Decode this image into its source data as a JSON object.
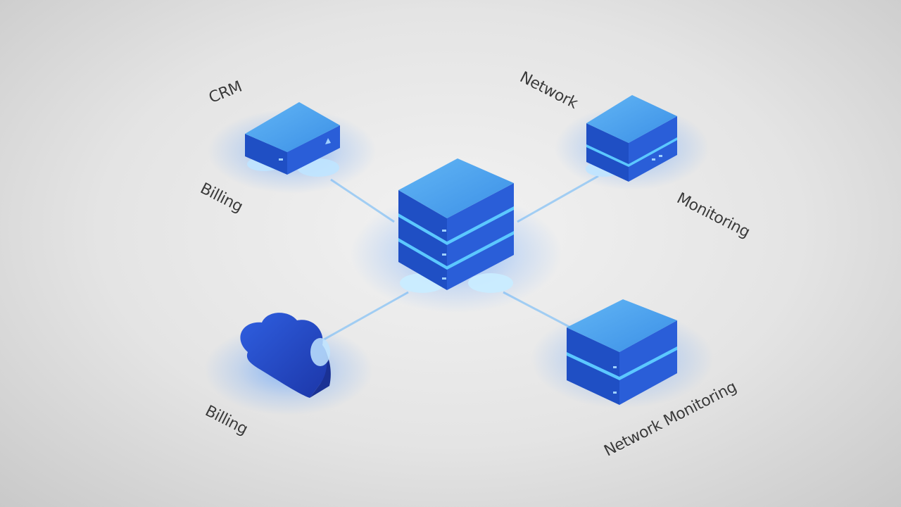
{
  "colors": {
    "top_face": "#4aa3ee",
    "left_face": "#1f4fc4",
    "right_face": "#2a5ed8",
    "glow": "#3a8cff",
    "link": "#8fc6f5",
    "cloud": "#2447c9",
    "label_text": "#3a3a3a"
  },
  "icons": {
    "hub": "server-stack-icon",
    "node": "server-icon",
    "cloud": "cloud-icon"
  },
  "labels": {
    "crm": "CRM",
    "billing_top": "Billing",
    "network_top": "Network",
    "monitoring": "Monitoring",
    "billing_bottom": "Billing",
    "network_monitoring": "Network Monitoring"
  }
}
